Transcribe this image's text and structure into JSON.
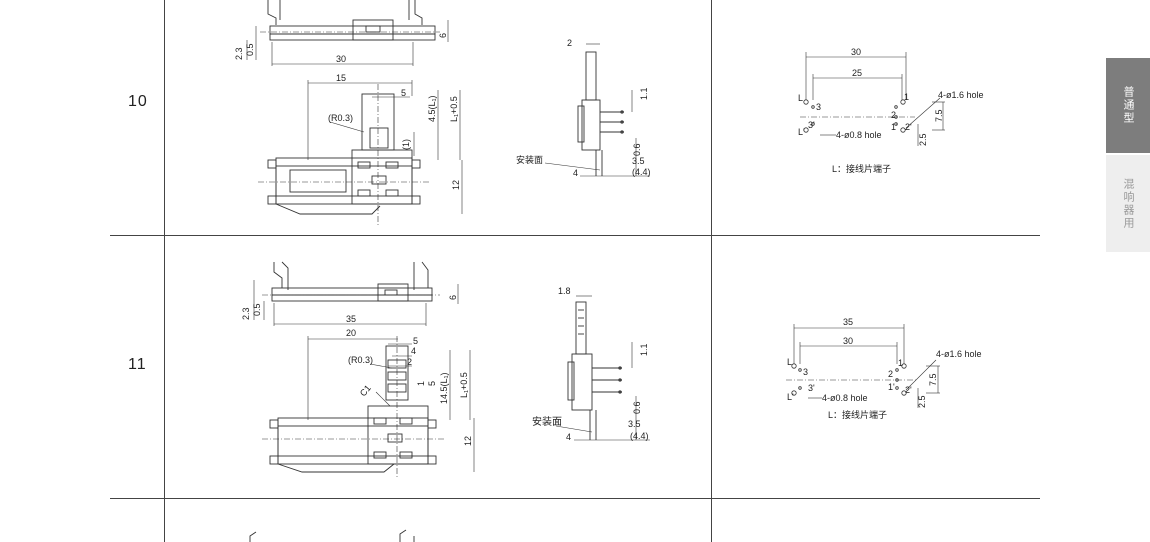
{
  "rows": [
    {
      "number": "10"
    },
    {
      "number": "11"
    }
  ],
  "side_tabs": [
    {
      "label": "普通型",
      "active": true
    },
    {
      "label": "混响器用",
      "active": false
    }
  ],
  "row10": {
    "top_view": {
      "dims": [
        "2.3",
        "0.5",
        "30",
        "6"
      ]
    },
    "side_view": {
      "dims": [
        "15",
        "5",
        "(R0.3)",
        "4.5(L₁)",
        "L₁+0.5",
        "(1)",
        "12"
      ]
    },
    "profile": {
      "dims": [
        "2",
        "1.1",
        "0.6",
        "3.5",
        "4",
        "(4.4)"
      ],
      "mount_label": "安装面"
    },
    "pcb": {
      "dims": [
        "30",
        "25",
        "7.5",
        "2.5"
      ],
      "hole_large": "4-ø1.6 hole",
      "hole_small": "4-ø0.8 hole",
      "pins": [
        "L",
        "L'",
        "1",
        "2",
        "3",
        "1'",
        "2'",
        "3'"
      ],
      "note": "L：接线片端子"
    }
  },
  "row11": {
    "top_view": {
      "dims": [
        "2.3",
        "0.5",
        "35",
        "6"
      ]
    },
    "side_view": {
      "dims": [
        "20",
        "5",
        "4",
        "2",
        "(R0.3)",
        "5",
        "14.5(L₁)",
        "L₁+0.5",
        "1",
        "C1",
        "12"
      ]
    },
    "profile": {
      "dims": [
        "1.8",
        "1.1",
        "0.6",
        "3.5",
        "4",
        "(4.4)"
      ],
      "mount_label": "安装面"
    },
    "pcb": {
      "dims": [
        "35",
        "30",
        "7.5",
        "2.5"
      ],
      "hole_large": "4-ø1.6 hole",
      "hole_small": "4-ø0.8 hole",
      "pins": [
        "L",
        "L'",
        "1",
        "2",
        "3",
        "1'",
        "2'",
        "3'"
      ],
      "note": "L：接线片端子"
    }
  }
}
